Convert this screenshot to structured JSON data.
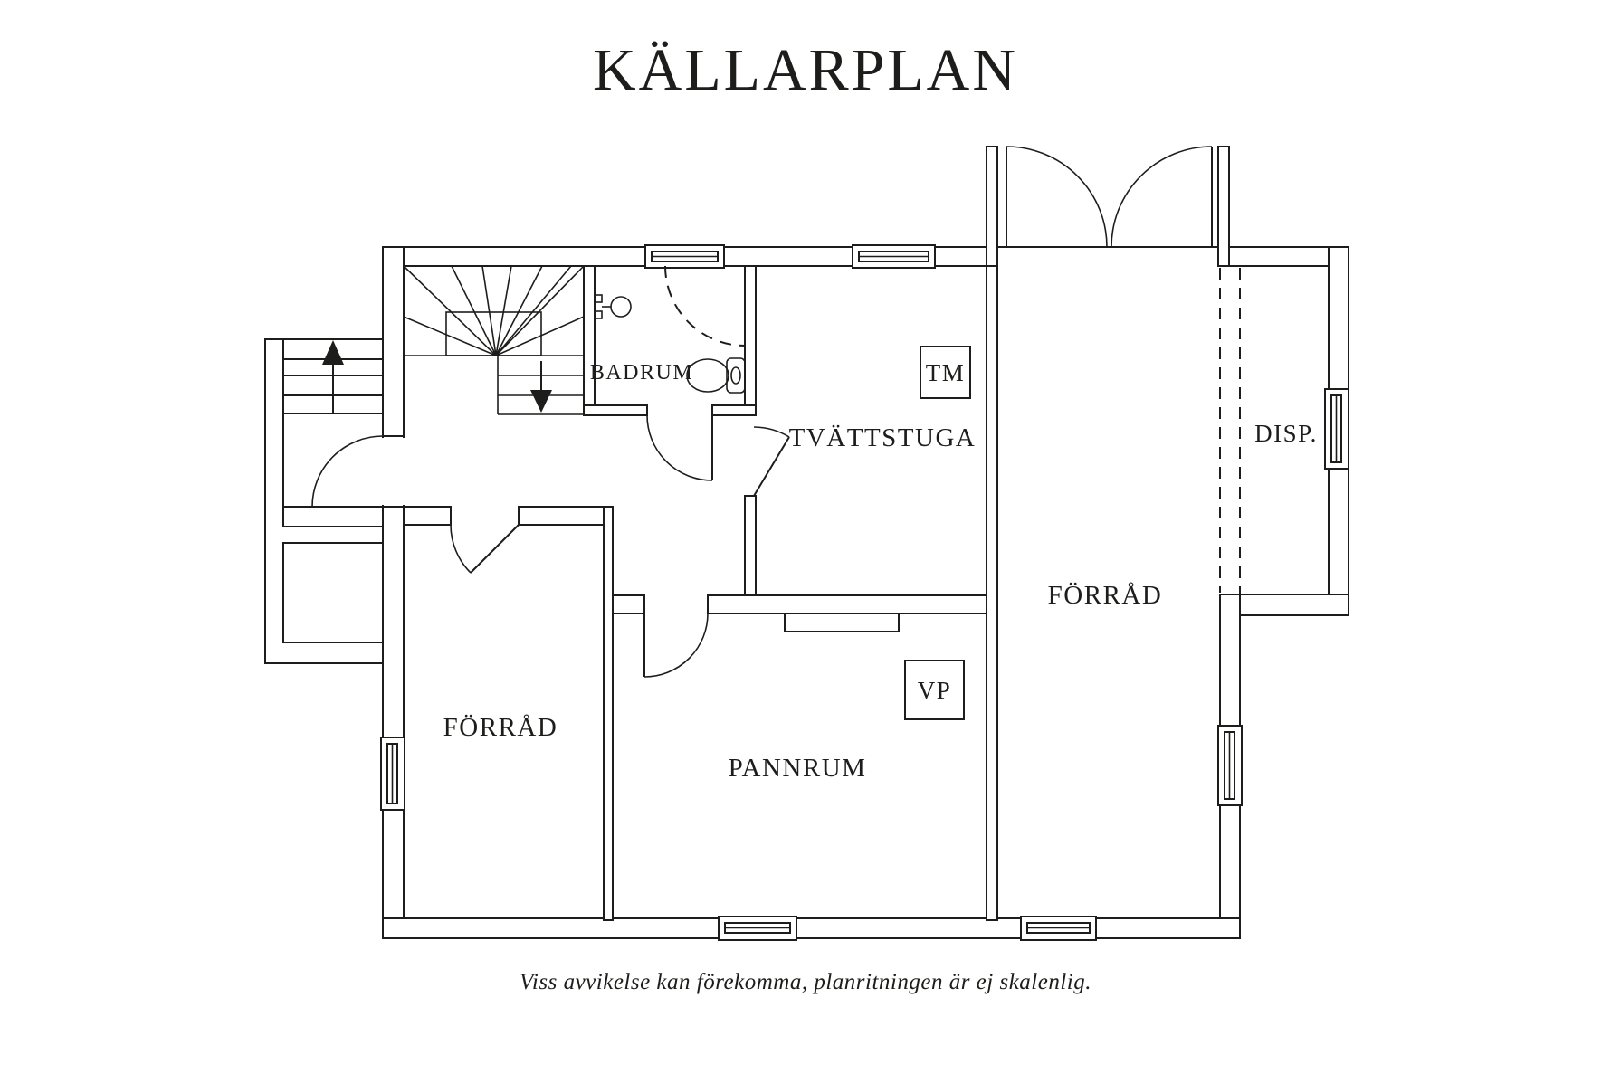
{
  "page": {
    "title": "KÄLLARPLAN",
    "disclaimer": "Viss avvikelse kan förekomma, planritningen är ej skalenlig."
  },
  "rooms": {
    "badrum": {
      "label": "BADRUM"
    },
    "tvattstuga": {
      "label": "TVÄTTSTUGA"
    },
    "forrad_right": {
      "label": "FÖRRÅD"
    },
    "disp": {
      "label": "DISP."
    },
    "forrad_left": {
      "label": "FÖRRÅD"
    },
    "pannrum": {
      "label": "PANNRUM"
    }
  },
  "appliances": {
    "washing_machine": {
      "label": "TM"
    },
    "heat_pump": {
      "label": "VP"
    }
  },
  "colors": {
    "line": "#1d1d1b",
    "background": "#ffffff"
  }
}
